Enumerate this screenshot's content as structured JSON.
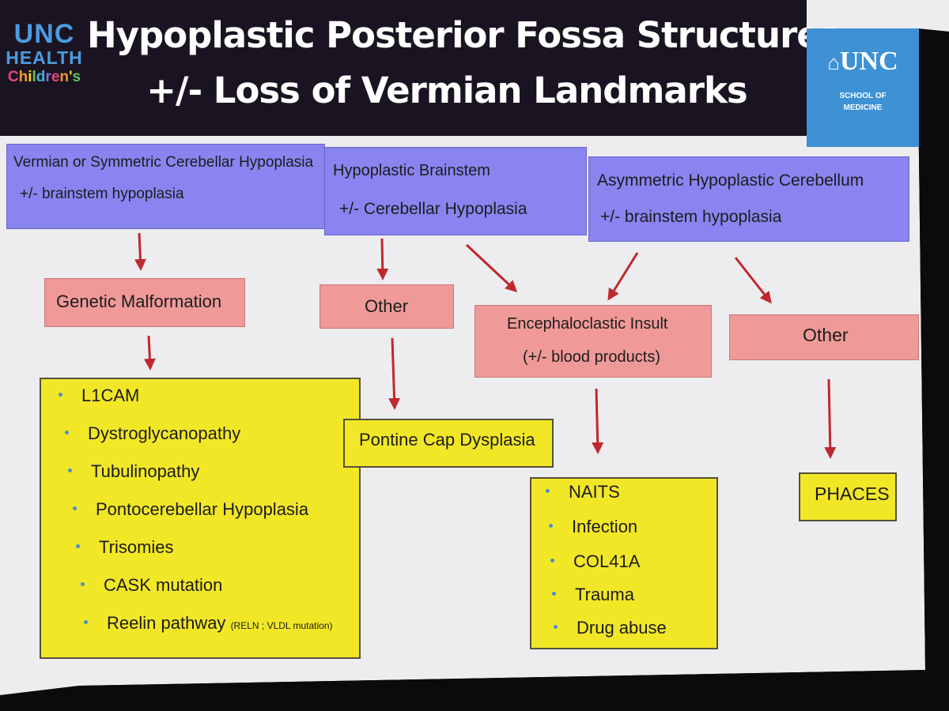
{
  "header": {
    "title_line1": "Hypoplastic Posterior Fossa Structures",
    "title_line2": "+/- Loss of Vermian Landmarks",
    "left_logo": {
      "line1": "UNC",
      "line2": "HEALTH",
      "line3": "Children's"
    },
    "right_logo": {
      "line1": "UNC",
      "line2": "SCHOOL OF",
      "line3": "MEDICINE"
    }
  },
  "colors": {
    "purple_box": "#8a84f0",
    "pink_box": "#ef9a98",
    "yellow_box": "#f2e727",
    "arrow": "#c0282d",
    "bullet": "#4d8ec6"
  },
  "top_boxes": [
    {
      "line1": "Vermian or Symmetric Cerebellar Hypoplasia",
      "line2": "+/- brainstem hypoplasia"
    },
    {
      "line1": "Hypoplastic Brainstem",
      "line2": "+/- Cerebellar Hypoplasia"
    },
    {
      "line1": "Asymmetric Hypoplastic Cerebellum",
      "line2": "+/- brainstem hypoplasia"
    }
  ],
  "middle_boxes": {
    "genetic": "Genetic Malformation",
    "other_left": "Other",
    "encephaloclastic_line1": "Encephaloclastic Insult",
    "encephaloclastic_line2": "(+/- blood products)",
    "other_right": "Other"
  },
  "genetic_list": [
    "L1CAM",
    "Dystroglycanopathy",
    "Tubulinopathy",
    "Pontocerebellar Hypoplasia",
    "Trisomies",
    "CASK mutation",
    "Reelin pathway"
  ],
  "genetic_list_note": "(RELN ; VLDL mutation)",
  "pontine": "Pontine Cap Dysplasia",
  "encephaloclastic_list": [
    "NAITS",
    "Infection",
    "COL41A",
    "Trauma",
    "Drug abuse"
  ],
  "phaces": "PHACES"
}
